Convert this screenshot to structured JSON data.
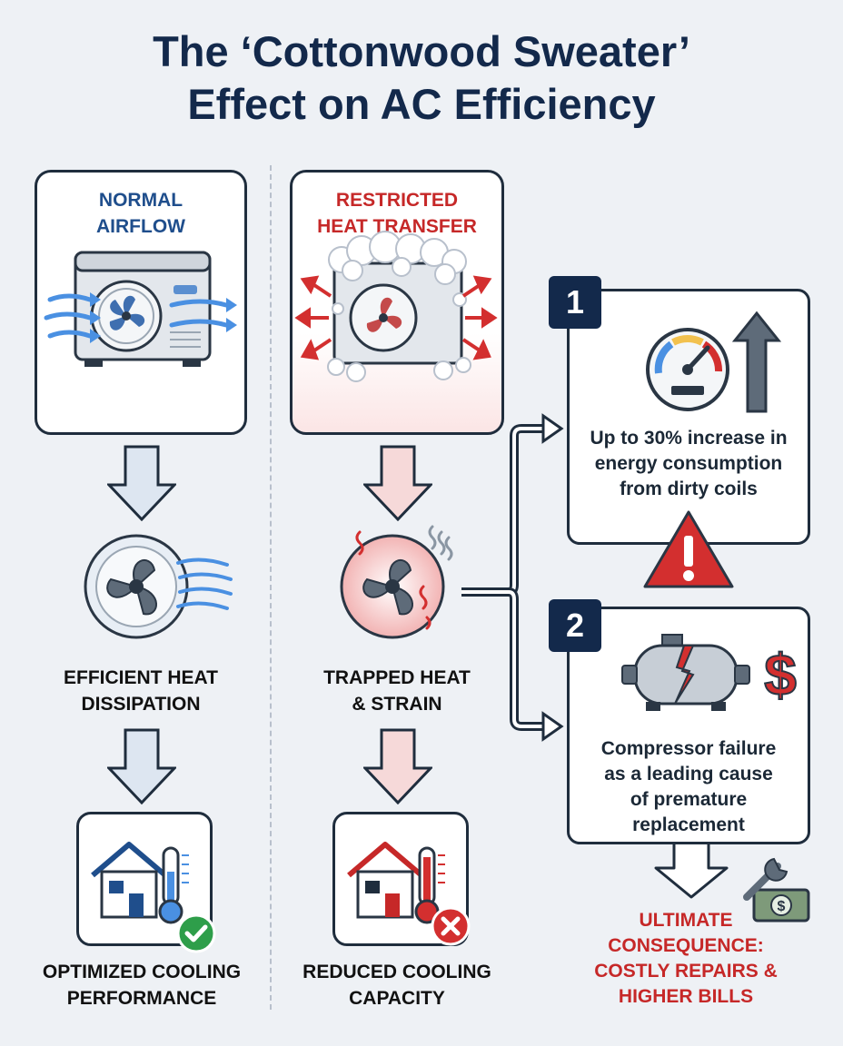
{
  "title": {
    "line1": "The ‘Cottonwood Sweater’",
    "line2": "Effect on AC Efficiency"
  },
  "left": {
    "card_label_line1": "NORMAL",
    "card_label_line2": "AIRFLOW",
    "step2_line1": "EFFICIENT HEAT",
    "step2_line2": "DISSIPATION",
    "step3_line1": "OPTIMIZED COOLING",
    "step3_line2": "PERFORMANCE",
    "status_icon": "check-icon"
  },
  "middle": {
    "card_label_line1": "RESTRICTED",
    "card_label_line2": "HEAT TRANSFER",
    "step2_line1": "TRAPPED HEAT",
    "step2_line2": "& STRAIN",
    "step3_line1": "REDUCED COOLING",
    "step3_line2": "CAPACITY",
    "status_icon": "x-icon"
  },
  "consequences": [
    {
      "number": "1",
      "lines": [
        "Up to 30% increase in",
        "energy consumption",
        "from dirty coils"
      ],
      "icon": "gauge-icon"
    },
    {
      "number": "2",
      "lines": [
        "Compressor failure",
        "as a leading cause",
        "of premature",
        "replacement"
      ],
      "icon": "compressor-icon"
    }
  ],
  "final": {
    "line1": "ULTIMATE",
    "line2": "CONSEQUENCE:",
    "line3": "COSTLY REPAIRS &",
    "line4": "HIGHER BILLS"
  },
  "colors": {
    "navy": "#13294b",
    "red": "#c62828",
    "blue": "#1f4e8c",
    "green": "#2e9e4a"
  }
}
